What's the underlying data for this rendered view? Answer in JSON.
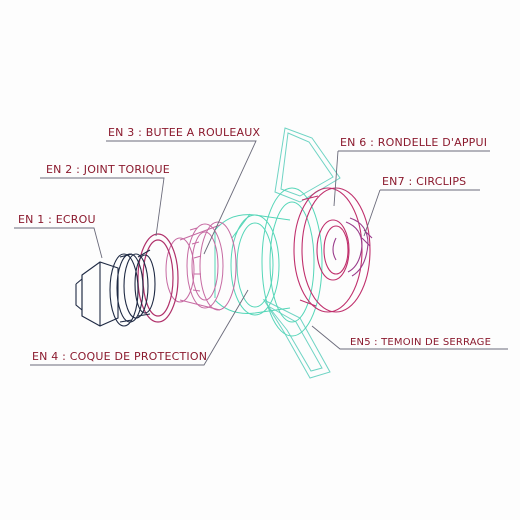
{
  "labels": {
    "en1": "EN 1 : ECROU",
    "en2": "EN 2 : JOINT TORIQUE",
    "en3": "EN 3 : BUTEE A ROULEAUX",
    "en4": "EN 4 : COQUE DE PROTECTION",
    "en5": "EN5 : TEMOIN DE SERRAGE",
    "en6": "EN 6 : RONDELLE D'APPUI",
    "en7": "EN7 : CIRCLIPS"
  },
  "colors": {
    "label_text": "#8b1a2e",
    "leader": "#6a6a7a",
    "ecrou": "#1f2a44",
    "joint": "#b0306a",
    "butee": "#c66aa2",
    "coque": "#55d6b8",
    "temoin": "#6fd4c4",
    "rondelle": "#c02f6c",
    "circlips": "#9a3c8c"
  }
}
